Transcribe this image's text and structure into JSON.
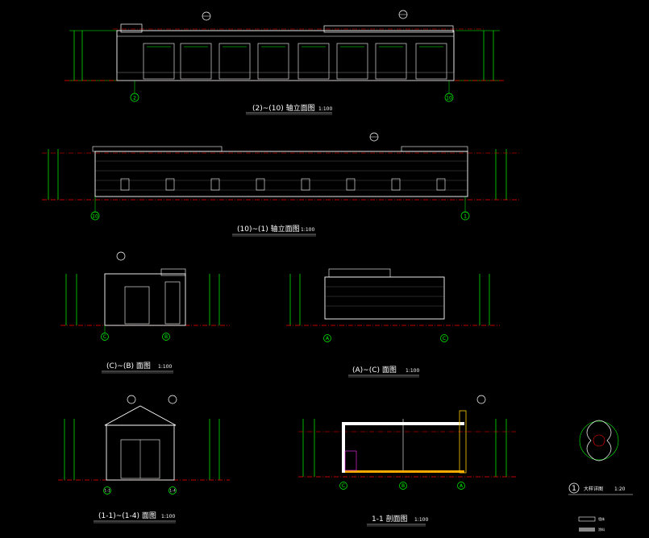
{
  "drawings": [
    {
      "title": "(2)~(10) 轴立面图",
      "scale": "1:100",
      "axis_left": "2",
      "axis_right": "10"
    },
    {
      "title": "(10)~(1) 轴立面图",
      "scale": "1:100",
      "axis_left": "10",
      "axis_right": "1"
    },
    {
      "title": "(C)~(B) 面图",
      "scale": "1:100",
      "axis_left": "C",
      "axis_right": "B"
    },
    {
      "title": "(A)~(C) 面图",
      "scale": "1:100",
      "axis_left": "A",
      "axis_right": "C"
    },
    {
      "title": "(1-1)~(1-4) 面图",
      "scale": "1:100",
      "axis_left": "1-1",
      "axis_right": "1-4"
    },
    {
      "title": "1-1 剖面图",
      "scale": "1:100",
      "axis_a": "C",
      "axis_b": "B",
      "axis_c": "A"
    }
  ],
  "detail": {
    "number": "1",
    "title": "大样详图",
    "scale": "1:20"
  },
  "legend": {
    "items": [
      "墙体",
      "涂料"
    ]
  },
  "colors": {
    "background": "#000000",
    "outline": "#ffffff",
    "dimension": "#00ff00",
    "axis_line": "#ff0000",
    "accent_yellow": "#ffcc00",
    "section_fill": "#ffaa00",
    "magenta": "#ff33ff"
  }
}
